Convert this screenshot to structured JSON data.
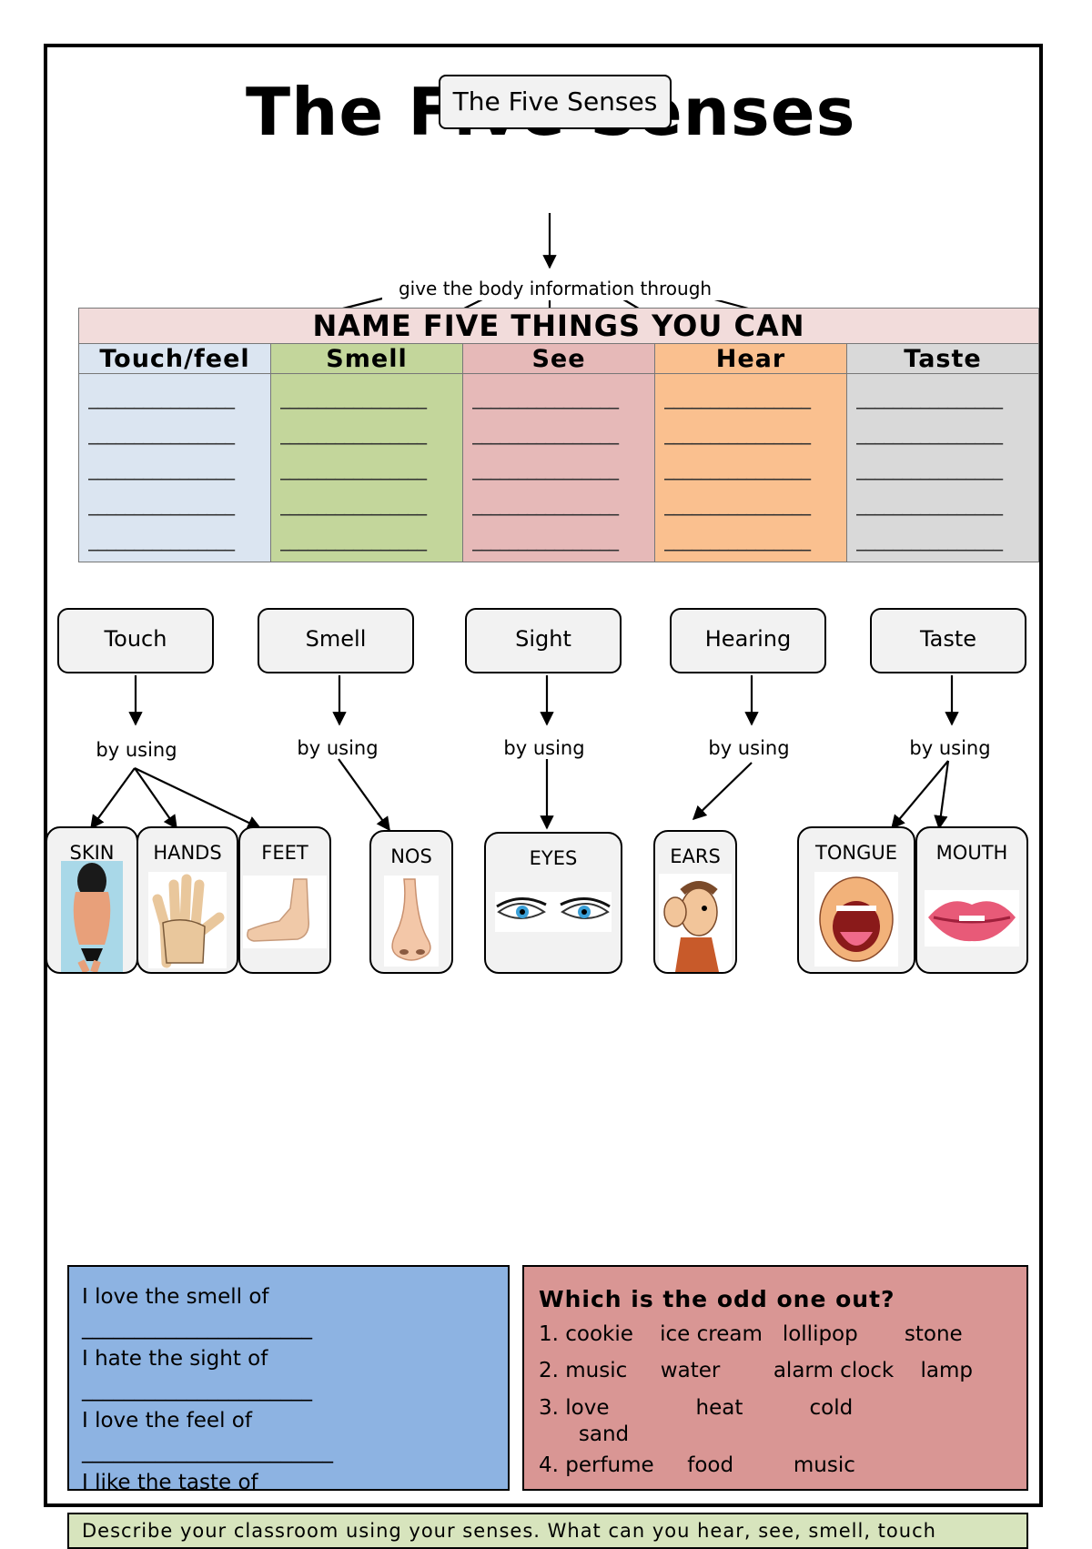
{
  "header": {
    "big_title": "The Five Senses",
    "title_box": "The Five Senses",
    "connector_label": "give the body information through"
  },
  "table": {
    "title": "NAME FIVE THINGS YOU CAN",
    "columns": [
      {
        "label": "Touch/feel",
        "color": "#dbe5f1"
      },
      {
        "label": "Smell",
        "color": "#c3d69b"
      },
      {
        "label": "See",
        "color": "#e6b9b8"
      },
      {
        "label": "Hear",
        "color": "#fac08f"
      },
      {
        "label": "Taste",
        "color": "#d9d9d9"
      }
    ],
    "blank_line": "________________"
  },
  "senses": [
    {
      "label": "Touch",
      "by": "by using"
    },
    {
      "label": "Smell",
      "by": "by using"
    },
    {
      "label": "Sight",
      "by": "by using"
    },
    {
      "label": "Hearing",
      "by": "by using"
    },
    {
      "label": "Taste",
      "by": "by using"
    }
  ],
  "organs": {
    "skin": "SKIN",
    "hands": "HANDS",
    "feet": "FEET",
    "nose": "NOS",
    "eyes": "EYES",
    "ears": "EARS",
    "tongue": "TONGUE",
    "mouth": "MOUTH"
  },
  "love_box": {
    "smell": "I love the smell of",
    "sight": "I hate the sight of",
    "feel": "I love the feel of",
    "taste": "I like the taste of",
    "blank_short": "______________________",
    "blank_long": "________________________"
  },
  "odd_one_out": {
    "title": "Which is the odd one out?",
    "rows": [
      "1. cookie    ice cream   lollipop       stone",
      "2. music     water        alarm clock    lamp",
      "3. love             heat          cold",
      "      sand",
      "4. perfume     food         music"
    ]
  },
  "footer": {
    "describe": "Describe your classroom using your senses. What can you hear, see, smell, touch"
  }
}
